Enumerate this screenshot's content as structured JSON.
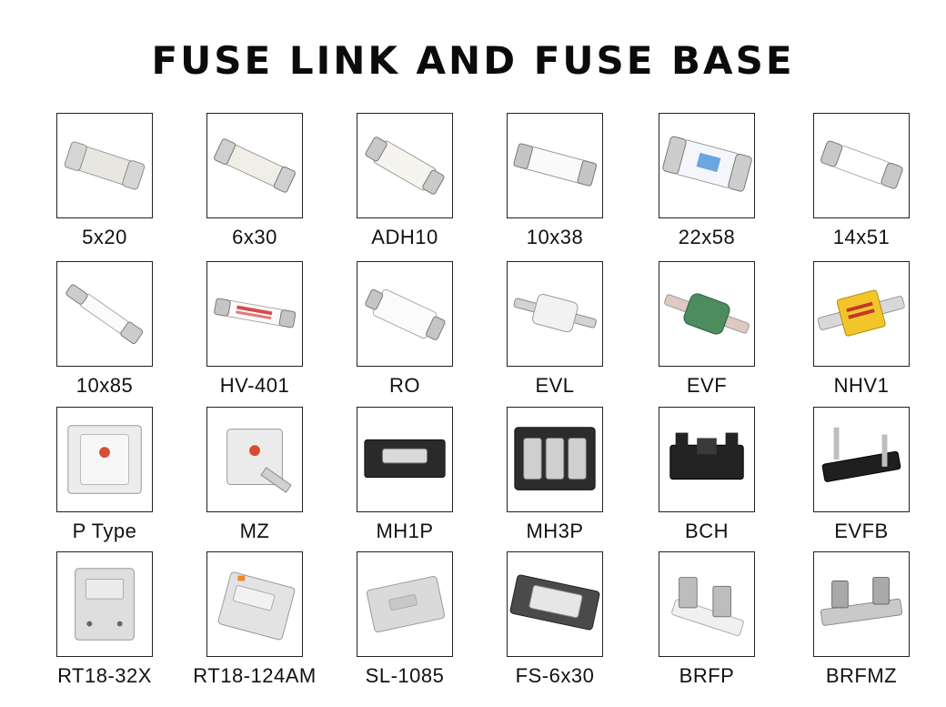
{
  "page": {
    "title": "FUSE LINK AND FUSE BASE"
  },
  "items": [
    {
      "label": "5x20",
      "icon": "cartridge-fuse-icon"
    },
    {
      "label": "6x30",
      "icon": "cartridge-fuse-icon"
    },
    {
      "label": "ADH10",
      "icon": "cartridge-fuse-icon"
    },
    {
      "label": "10x38",
      "icon": "cartridge-fuse-icon"
    },
    {
      "label": "22x58",
      "icon": "cartridge-fuse-icon"
    },
    {
      "label": "14x51",
      "icon": "cartridge-fuse-icon"
    },
    {
      "label": "10x85",
      "icon": "long-fuse-icon"
    },
    {
      "label": "HV-401",
      "icon": "high-voltage-fuse-icon"
    },
    {
      "label": "RO",
      "icon": "cartridge-fuse-icon"
    },
    {
      "label": "EVL",
      "icon": "bolted-fuse-icon"
    },
    {
      "label": "EVF",
      "icon": "bolted-fuse-icon"
    },
    {
      "label": "NHV1",
      "icon": "bolted-fuse-icon"
    },
    {
      "label": "P Type",
      "icon": "square-fuse-icon"
    },
    {
      "label": "MZ",
      "icon": "square-fuse-icon"
    },
    {
      "label": "MH1P",
      "icon": "fuse-holder-icon"
    },
    {
      "label": "MH3P",
      "icon": "fuse-holder-icon"
    },
    {
      "label": "BCH",
      "icon": "fuse-block-icon"
    },
    {
      "label": "EVFB",
      "icon": "fuse-base-icon"
    },
    {
      "label": "RT18-32X",
      "icon": "din-rail-fuse-holder-icon"
    },
    {
      "label": "RT18-124AM",
      "icon": "din-rail-fuse-holder-icon"
    },
    {
      "label": "SL-1085",
      "icon": "din-rail-fuse-holder-icon"
    },
    {
      "label": "FS-6x30",
      "icon": "fuse-holder-icon"
    },
    {
      "label": "BRFP",
      "icon": "fuse-base-icon"
    },
    {
      "label": "BRFMZ",
      "icon": "fuse-base-icon"
    }
  ]
}
